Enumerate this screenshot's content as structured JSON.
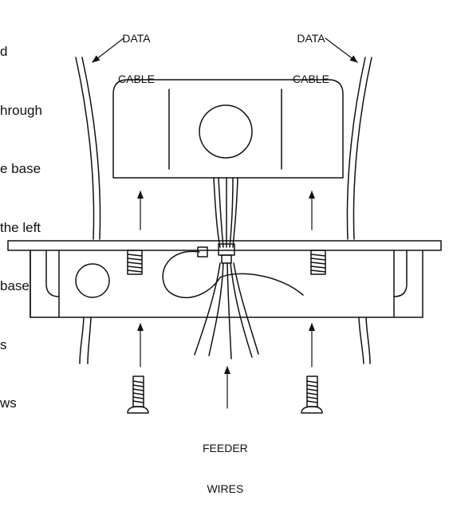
{
  "instruction_lines": [
    "d",
    "hrough",
    "e base",
    "the left",
    "base",
    "s",
    "ws"
  ],
  "labels": {
    "data_cable_left": [
      "DATA",
      "CABLE"
    ],
    "data_cable_right": [
      "DATA",
      "CABLE"
    ],
    "feeder_wires": [
      "FEEDER",
      "WIRES"
    ]
  }
}
